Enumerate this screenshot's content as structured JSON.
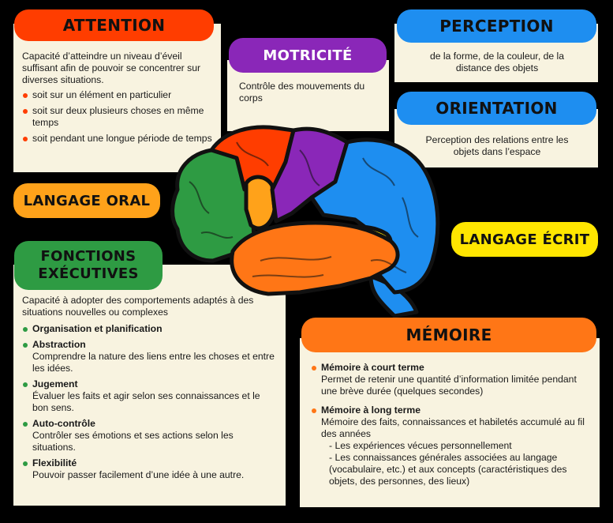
{
  "colors": {
    "attention": "#ff3d00",
    "motricite": "#8a27b8",
    "perception": "#1e8ef0",
    "orientation": "#1e8ef0",
    "langage_oral": "#ffa21a",
    "langage_ecrit": "#ffe600",
    "fonctions_executives": "#2e9b43",
    "memoire": "#ff7616",
    "card_bg": "#f8f3e0"
  },
  "attention": {
    "title": "ATTENTION",
    "desc": "Capacité d’atteindre un niveau d’éveil suffisant afin de pouvoir se concentrer sur diverses situations.",
    "bullets": [
      "soit sur un élément en particulier",
      "soit sur deux plusieurs choses en même temps",
      "soit pendant une longue période de temps"
    ]
  },
  "motricite": {
    "title": "MOTRICITÉ",
    "desc": "Contrôle des mouvements du corps"
  },
  "perception": {
    "title": "PERCEPTION",
    "desc": "de la forme, de la couleur, de la distance des objets"
  },
  "orientation": {
    "title": "ORIENTATION",
    "desc": "Perception des relations entre les objets dans l’espace"
  },
  "langage_oral": {
    "title": "LANGAGE ORAL"
  },
  "langage_ecrit": {
    "title": "LANGAGE ÉCRIT"
  },
  "fonctions_executives": {
    "title_line1": "FONCTIONS",
    "title_line2": "EXÉCUTIVES",
    "desc": "Capacité à adopter des comportements adaptés à des situations nouvelles ou complexes",
    "items": [
      {
        "label": "Organisation et planification",
        "text": ""
      },
      {
        "label": "Abstraction",
        "text": "Comprendre la nature des liens entre les choses et entre les idées."
      },
      {
        "label": "Jugement",
        "text": "Évaluer les faits et agir selon ses connaissances et le bon sens."
      },
      {
        "label": "Auto-contrôle",
        "text": "Contrôler ses émotions et ses actions selon les situations."
      },
      {
        "label": "Flexibilité",
        "text": "Pouvoir passer facilement d’une idée à une autre."
      }
    ]
  },
  "memoire": {
    "title": "MÉMOIRE",
    "short_term": {
      "label": "Mémoire à court terme",
      "text": "Permet de retenir une quantité d’information limitée pendant une brève durée (quelques secondes)"
    },
    "long_term": {
      "label": "Mémoire à long terme",
      "text": "Mémoire des faits, connaissances et habiletés accumulé au fil des années",
      "sub1": "- Les expériences vécues personnellement",
      "sub2": "- Les connaissances générales associées au langage (vocabulaire, etc.) et aux concepts (caractéristiques des objets, des personnes, des lieux)"
    }
  }
}
